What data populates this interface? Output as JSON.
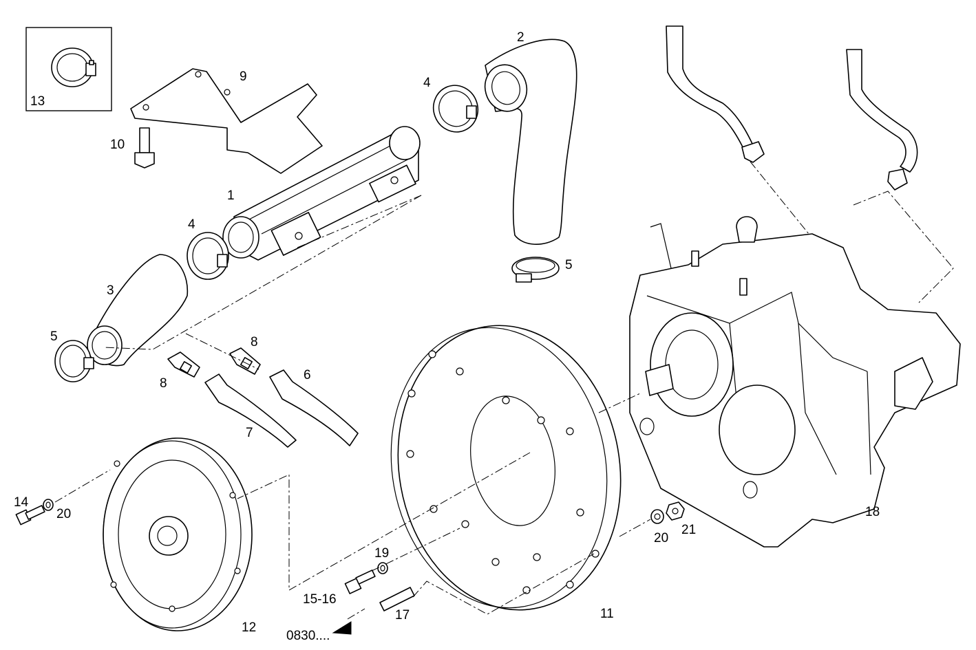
{
  "labels": {
    "p1": "1",
    "p2": "2",
    "p3": "3",
    "p4a": "4",
    "p4b": "4",
    "p5a": "5",
    "p5b": "5",
    "p6": "6",
    "p7": "7",
    "p8a": "8",
    "p8b": "8",
    "p9": "9",
    "p10": "10",
    "p11": "11",
    "p12": "12",
    "p13": "13",
    "p14": "14",
    "p15_16": "15-16",
    "p17": "17",
    "p18": "18",
    "p19": "19",
    "p20a": "20",
    "p20b": "20",
    "p21": "21",
    "ref": "0830...."
  },
  "colors": {
    "line": "#000000",
    "background": "#ffffff"
  }
}
